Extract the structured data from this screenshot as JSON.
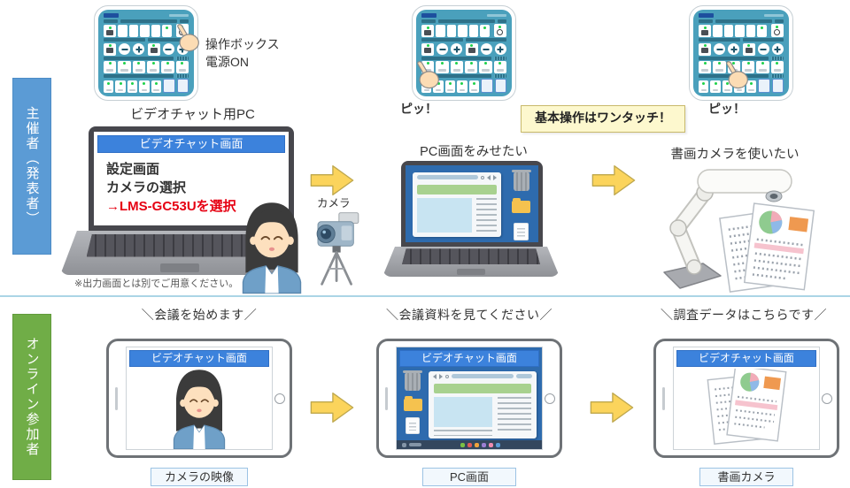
{
  "host": {
    "role": "主催者（発表者）",
    "box_caption_line1": "操作ボックス",
    "box_caption_line2": "電源ON",
    "pc_label": "ビデオチャット用PC",
    "screen_title": "ビデオチャット画面",
    "screen_line1": "設定画面",
    "screen_line2": "カメラの選択",
    "screen_line3": "→LMS-GC53Uを選択",
    "note": "※出力画面とは別でご用意ください。",
    "camera_label": "カメラ",
    "beep_center": "ピッ！",
    "beep_right": "ピッ！",
    "step2_title": "PC画面をみせたい",
    "step3_title": "書画カメラを使いたい",
    "callout": "基本操作はワンタッチ！"
  },
  "online": {
    "role": "オンライン参加者",
    "steps": [
      {
        "speech": "＼会議を始めます／",
        "screen_title": "ビデオチャット画面",
        "label": "カメラの映像"
      },
      {
        "speech": "＼会議資料を見てください／",
        "screen_title": "ビデオチャット画面",
        "label": "PC画面"
      },
      {
        "speech": "＼調査データはこちらです／",
        "screen_title": "ビデオチャット画面",
        "label": "書画カメラ"
      }
    ]
  },
  "colors": {
    "host_bar": "#5B9BD5",
    "participant_bar": "#70AD47",
    "screen_header_blue": "#3C82DC",
    "alert_red": "#E60012",
    "arrow_yellow": "#FBD45C",
    "callout_bg": "#FDF8CE",
    "device_teal": "#4AA0BC",
    "desktop_blue": "#2E6BAE",
    "label_box_border": "#9CC3E4"
  },
  "icons": {
    "hand-pointer-icon": "pointing hand",
    "power-icon": "power circle",
    "volume-minus-icon": "−",
    "volume-plus-icon": "＋",
    "trash-icon": "trash can",
    "folder-icon": "folder",
    "file-icon": "document file",
    "camera-icon": "video camera on tripod",
    "document-camera-icon": "document camera",
    "home-button-icon": "tablet home button",
    "arrow-right-icon": "yellow right arrow"
  }
}
